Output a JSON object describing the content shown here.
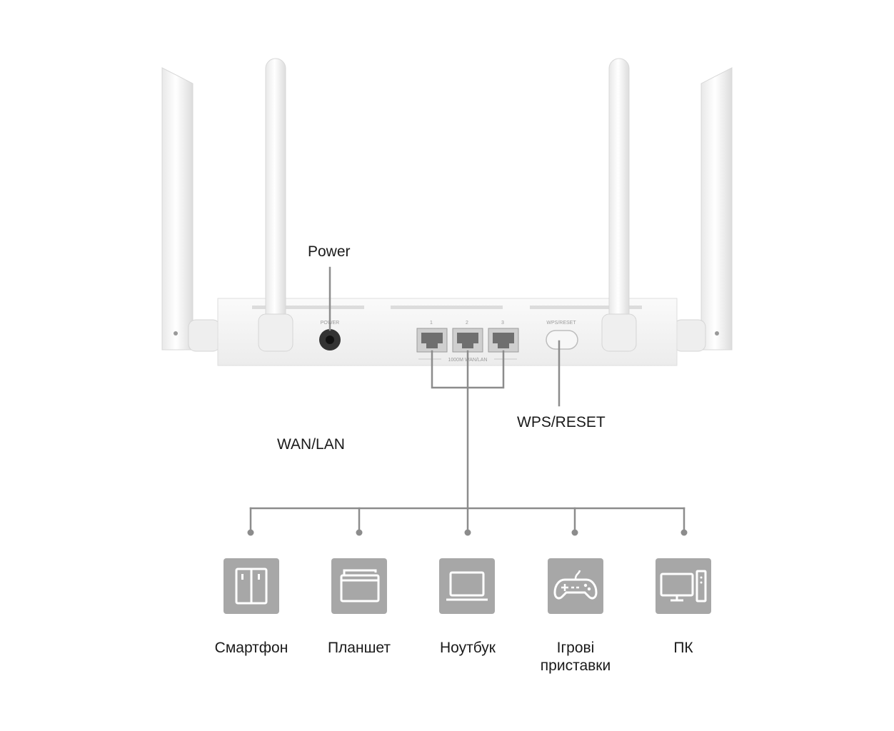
{
  "router": {
    "port_labels": [
      "POWER",
      "1",
      "2",
      "3",
      "WPS/RESET"
    ],
    "lan_caption": "1000M WAN/LAN"
  },
  "callouts": {
    "power": "Power",
    "wps_reset": "WPS/RESET",
    "wan_lan": "WAN/LAN"
  },
  "devices": [
    {
      "label": "Смартфон",
      "icon": "smartphone-icon"
    },
    {
      "label": "Планшет",
      "icon": "tablet-icon"
    },
    {
      "label": "Ноутбук",
      "icon": "laptop-icon"
    },
    {
      "label": "Ігрові\nприставки",
      "icon": "gamepad-icon"
    },
    {
      "label": "ПК",
      "icon": "pc-icon"
    }
  ],
  "colors": {
    "router_body": "#f4f4f4",
    "connector_line": "#8c8c8c",
    "icon_tile": "#a7a7a7"
  }
}
